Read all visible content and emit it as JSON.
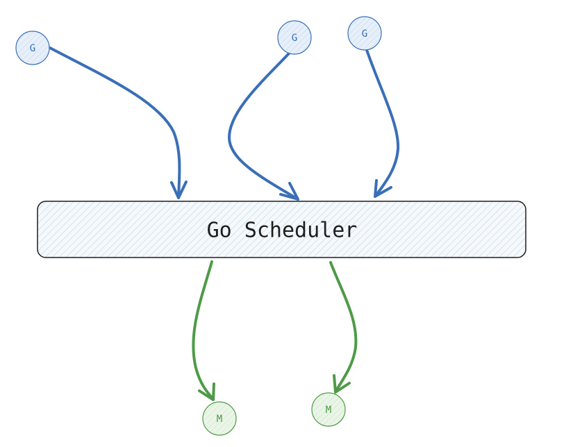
{
  "diagram": {
    "scheduler": {
      "label": "Go Scheduler"
    },
    "goroutines": [
      {
        "id": "g1",
        "label": "G"
      },
      {
        "id": "g2",
        "label": "G"
      },
      {
        "id": "g3",
        "label": "G"
      }
    ],
    "machines": [
      {
        "id": "m1",
        "label": "M"
      },
      {
        "id": "m2",
        "label": "M"
      }
    ],
    "colors": {
      "goroutine": "#3a6fb8",
      "goroutine_fill": "#e7f0fa",
      "machine": "#4f9a48",
      "machine_fill": "#eaf5e8",
      "box_stroke": "#1e1e1e",
      "box_hatch": "#bcd3e6",
      "box_fill": "#f5f9fc"
    }
  }
}
